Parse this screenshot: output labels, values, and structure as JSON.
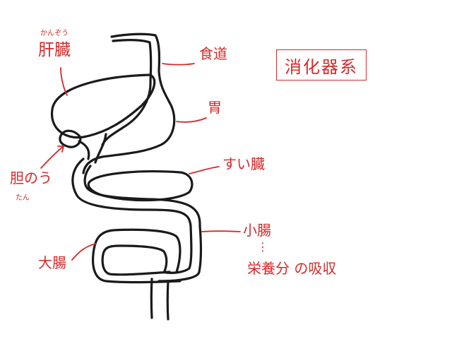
{
  "title": "消化器系",
  "labels": {
    "liver": "肝臓",
    "liver_reading": "かんぞう",
    "esophagus": "食道",
    "stomach": "胃",
    "pancreas": "すい臓",
    "gallbladder": "胆のう",
    "gallbladder_reading": "たん",
    "small_intestine": "小腸",
    "ellipsis": "⋮",
    "nutrient_absorption": "栄養分 の吸収",
    "large_intestine": "大腸"
  },
  "colors": {
    "label": "#d42a2a",
    "outline": "#1a1a1a"
  }
}
